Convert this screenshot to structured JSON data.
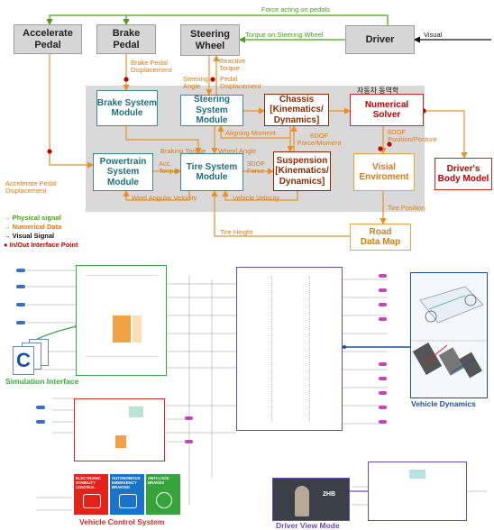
{
  "top_diagram": {
    "boxes": {
      "accelerate_pedal": "Accelerate\nPedal",
      "brake_pedal": "Brake\nPedal",
      "steering_wheel": "Steering\nWheel",
      "driver": "Driver",
      "brake_system": "Brake System\nModule",
      "steering_system": "Steering\nSystem\nModule",
      "chassis": "Chassis\n[Kinematics/\nDynamics]",
      "numerical_solver": "Numerical\nSolver",
      "powertrain": "Powertrain\nSystem\nModule",
      "tire_system": "Tire System\nModule",
      "suspension": "Suspension\n[Kinematics/\nDynamics]",
      "visual_environment": "Visial\nEnviroment",
      "drivers_body_model": "Driver's\nBody Model",
      "road_data_map": "Road\nData Map"
    },
    "panel_title": "자동차 동역학",
    "labels": {
      "force_on_pedals": "Force acting on pedals",
      "torque_on_wheel": "Torque on Steering Wheel",
      "visual": "Visual",
      "brake_pedal_disp": "Brake Pedal\nDisplacement",
      "reactive_torque": "Reactive\nTorque",
      "steering_angle": "Steering\nAngle",
      "pedal_disp": "Pedal\nDisplacement",
      "aligning_moment": "Aligning Moment",
      "braking_torque": "Braking Torque",
      "wheel_angle": "Wheel Angle",
      "acc_torque": "Acc.\nTorque",
      "force_3dof": "3DOF\nForce",
      "force_moment_6dof": "6DOF\nForce/Moment",
      "position_posture_6dof": "6DOF\nPosition/Posture",
      "accelerate_pedal_disp": "Accelerate Pedal\nDisplacement",
      "weel_angular_velocity": "Weel Angular Velocity",
      "vehicle_velocity": "Vehicle Velocity",
      "tire_position": "Tire Position",
      "tire_height": "Tire Height"
    },
    "legend": [
      {
        "text": "Physical signal",
        "color": "#4aa018"
      },
      {
        "text": "Numerical Data",
        "color": "#e07a10"
      },
      {
        "text": "Visual Signal",
        "color": "#111111"
      },
      {
        "text": "In/Out Interface Point",
        "color": "#c00000"
      }
    ]
  },
  "bottom_diagram": {
    "captions": {
      "simulation_interface": "Simulation Interface",
      "vehicle_dynamics": "Vehicle Dynamics",
      "vehicle_control_system": "Vehicle Control System",
      "driver_view_mode": "Driver View Mode"
    },
    "tiles": [
      {
        "label": "ELECTRONIC\nSTABILITY\nCONTROL",
        "color": "#e2231a"
      },
      {
        "label": "AUTONOMOUS\nEMERGENCY\nBRAKING",
        "color": "#1a73c9"
      },
      {
        "label": "ANTI-LOCK\nBRAKES",
        "color": "#36a43a"
      }
    ],
    "file_icon_letter": "C",
    "brand_text": "2HB",
    "colors": {
      "green_frame": "#3aa845",
      "purple_frame": "#6a4bb5",
      "red_frame": "#d12c2c",
      "blue_caption": "#1f4fa0"
    }
  }
}
